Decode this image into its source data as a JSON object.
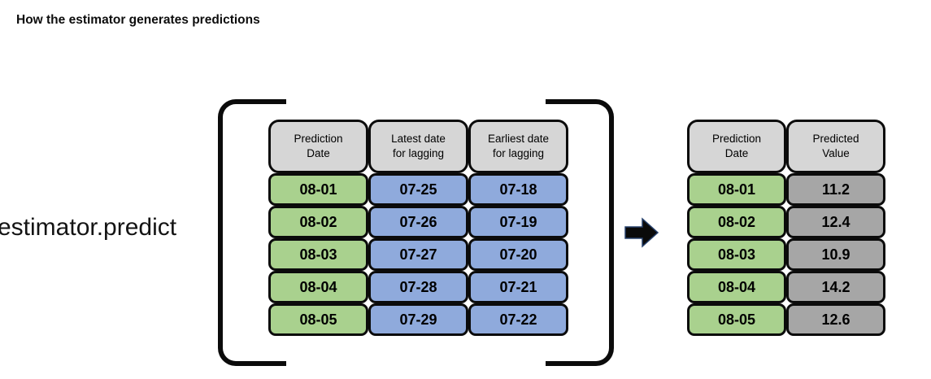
{
  "title": "How the estimator generates predictions",
  "code_label": "estimator.predict",
  "icons": {
    "arrow": "right-block-arrow-icon",
    "left_bracket": "left-square-bracket",
    "right_bracket": "right-square-bracket"
  },
  "colors": {
    "header_fill": "#d6d6d6",
    "prediction_date_fill": "#a9d18e",
    "lag_date_fill": "#8faadc",
    "predicted_value_fill": "#a6a6a6",
    "border": "#0b0b0b",
    "arrow_fill": "#0a0a0a"
  },
  "input_table": {
    "headers": [
      "Prediction\nDate",
      "Latest date\nfor lagging",
      "Earliest date\nfor lagging"
    ],
    "rows": [
      [
        "08-01",
        "07-25",
        "07-18"
      ],
      [
        "08-02",
        "07-26",
        "07-19"
      ],
      [
        "08-03",
        "07-27",
        "07-20"
      ],
      [
        "08-04",
        "07-28",
        "07-21"
      ],
      [
        "08-05",
        "07-29",
        "07-22"
      ]
    ]
  },
  "output_table": {
    "headers": [
      "Prediction\nDate",
      "Predicted\nValue"
    ],
    "rows": [
      [
        "08-01",
        "11.2"
      ],
      [
        "08-02",
        "12.4"
      ],
      [
        "08-03",
        "10.9"
      ],
      [
        "08-04",
        "14.2"
      ],
      [
        "08-05",
        "12.6"
      ]
    ]
  }
}
